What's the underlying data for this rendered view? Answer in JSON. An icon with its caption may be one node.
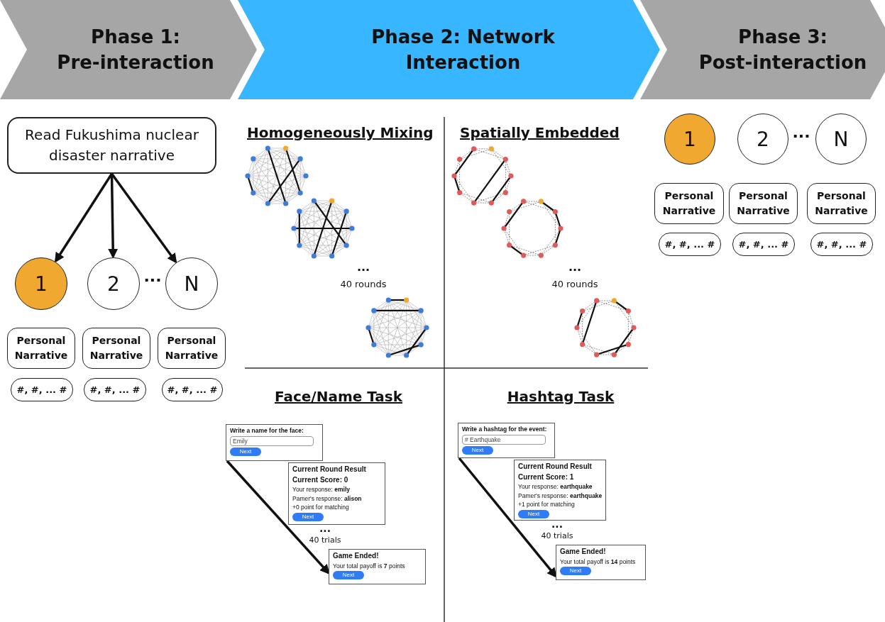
{
  "diagram": {
    "nodes": [
      {
        "text": [
          "Phase 1: Pre-interaction"
        ]
      },
      {
        "text": [
          "Phase 2: Network Interaction"
        ]
      },
      {
        "text": [
          "Phase 3: Post-interaction"
        ]
      },
      {
        "text": [
          "Read Fukushima nuclear disaster narrative"
        ]
      },
      {
        "text": [
          "1"
        ]
      },
      {
        "text": [
          "2"
        ]
      },
      {
        "text": [
          "N"
        ]
      },
      {
        "text": [
          "Personal Narrative"
        ]
      },
      {
        "text": [
          "Personal Narrative"
        ]
      },
      {
        "text": [
          "Personal Narrative"
        ]
      },
      {
        "text": [
          "#, #, ... #"
        ]
      },
      {
        "text": [
          "#, #, ... #"
        ]
      },
      {
        "text": [
          "#, #, ... #"
        ]
      },
      {
        "text": [
          "1"
        ]
      },
      {
        "text": [
          "2"
        ]
      },
      {
        "text": [
          "N"
        ]
      },
      {
        "text": [
          "Personal Narrative"
        ]
      },
      {
        "text": [
          "Personal Narrative"
        ]
      },
      {
        "text": [
          "Personal Narrative"
        ]
      },
      {
        "text": [
          "#, #, ... #"
        ]
      },
      {
        "text": [
          "#, #, ... #"
        ]
      },
      {
        "text": [
          "#, #, ... #"
        ]
      },
      {
        "text": [
          "Write a name for the face:",
          "Emily",
          "Next"
        ]
      },
      {
        "text": [
          "Current Round Result",
          "Current Score: 0",
          "Your response: **emily**",
          "Pamer's response: **alison**",
          "+0 point for matching",
          "Next"
        ]
      },
      {
        "text": [
          "Game Ended!",
          "Your total payoff is **7** points",
          "Next"
        ]
      },
      {
        "text": [
          "Write a hashtag for the event:",
          "# Earthquake",
          "Next"
        ]
      },
      {
        "text": [
          "Current Round Result",
          "Current Score: 1",
          "Your response: **earthquake**",
          "Pamer's response: **earthquake**",
          "+1 point for matching",
          "Next"
        ]
      },
      {
        "text": [
          "Game Ended!",
          "Your total payoff is **14** points",
          "Next"
        ]
      }
    ],
    "edges": [
      {
        "from": 3,
        "to": 4,
        "arrow": "to"
      },
      {
        "from": 3,
        "to": 5,
        "arrow": "to"
      },
      {
        "from": 3,
        "to": 6,
        "arrow": "to"
      },
      {
        "from": 22,
        "to": 24,
        "arrow": "to"
      },
      {
        "from": 25,
        "to": 27,
        "arrow": "to"
      }
    ],
    "labels": [
      "...",
      "Homogeneously Mixing",
      "Spatially Embedded",
      "...",
      "...",
      "40 rounds",
      "...",
      "40 rounds",
      "Face/Name Task",
      "Hashtag Task",
      "...",
      "40 trials",
      "...",
      "40 trials"
    ]
  }
}
